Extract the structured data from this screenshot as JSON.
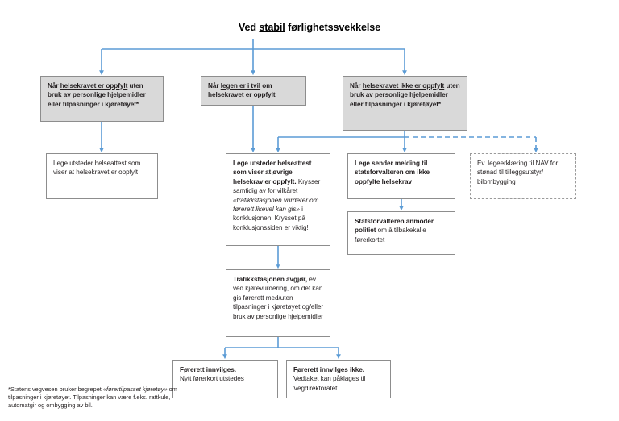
{
  "title": {
    "pre": "Ved ",
    "underlined": "stabil",
    "post": " førlighetssvekkelse"
  },
  "colors": {
    "connector": "#5b9bd5",
    "shaded_fill": "#d9d9d9",
    "box_border": "#8d8d8d",
    "text": "#231f20"
  },
  "nodes": {
    "left_top": {
      "head_pre": "Når ",
      "head_underlined": "helsekravet er oppfylt",
      "head_post": " uten bruk av personlige hjelpemidler eller tilpasninger i kjøretøyet*",
      "style": "shaded"
    },
    "mid_top": {
      "head_pre": "Når ",
      "head_underlined": "legen er i tvil",
      "head_post": " om helsekravet er oppfylt",
      "style": "shaded"
    },
    "right_top": {
      "head_pre": "Når ",
      "head_underlined": "helsekravet ikke er oppfylt",
      "head_post": " uten bruk av personlige hjelpemidler eller tilpasninger i kjøretøyet*",
      "style": "shaded"
    },
    "attest_ok": {
      "body": "Lege utsteder helseattest som viser at helsekravet er oppfylt",
      "style": "plain"
    },
    "attest_ovrige": {
      "head": "Lege utsteder helseattest som viser at øvrige helsekrav er oppfylt.",
      "body_pre": "Krysser samtidig av for vilkåret ",
      "body_italic": "«trafikkstasjonen vurderer om førerett likevel kan gis»",
      "body_post": " i konklusjonen. Krysset på konklusjonssiden er viktig!",
      "style": "plain"
    },
    "melding": {
      "body": "Lege sender melding til statsforvalteren om ikke oppfylte helsekrav",
      "style": "plain"
    },
    "nav": {
      "body": "Ev. legeerklæring til NAV for stønad til tilleggsutstyr/ bilombygging",
      "style": "dashed"
    },
    "anmoder": {
      "head": "Statsforvalteren anmoder politiet",
      "body": " om å tilbakekalle førerkortet",
      "style": "plain"
    },
    "trafikkstasjonen": {
      "head": "Trafikkstasjonen avgjør,",
      "body": "ev. ved kjørevurdering, om det kan gis førerett med/uten tilpasninger i kjøretøyet og/eller bruk av personlige hjelpemidler",
      "style": "plain"
    },
    "innvilges": {
      "head": "Førerett innvilges.",
      "body": "Nytt førerkort utstedes",
      "style": "plain"
    },
    "avslag": {
      "head": "Førerett innvilges ikke.",
      "body": "Vedtaket kan påklages til Vegdirektoratet",
      "style": "plain"
    }
  },
  "footnote": {
    "pre": "*Statens vegvesen bruker begrepet ",
    "italic": "«førertilpasset kjøretøy»",
    "post": " om tilpasninger i kjøretøyet. Tilpasninger kan være f.eks. rattkule, automatgir og ombygging av bil."
  }
}
